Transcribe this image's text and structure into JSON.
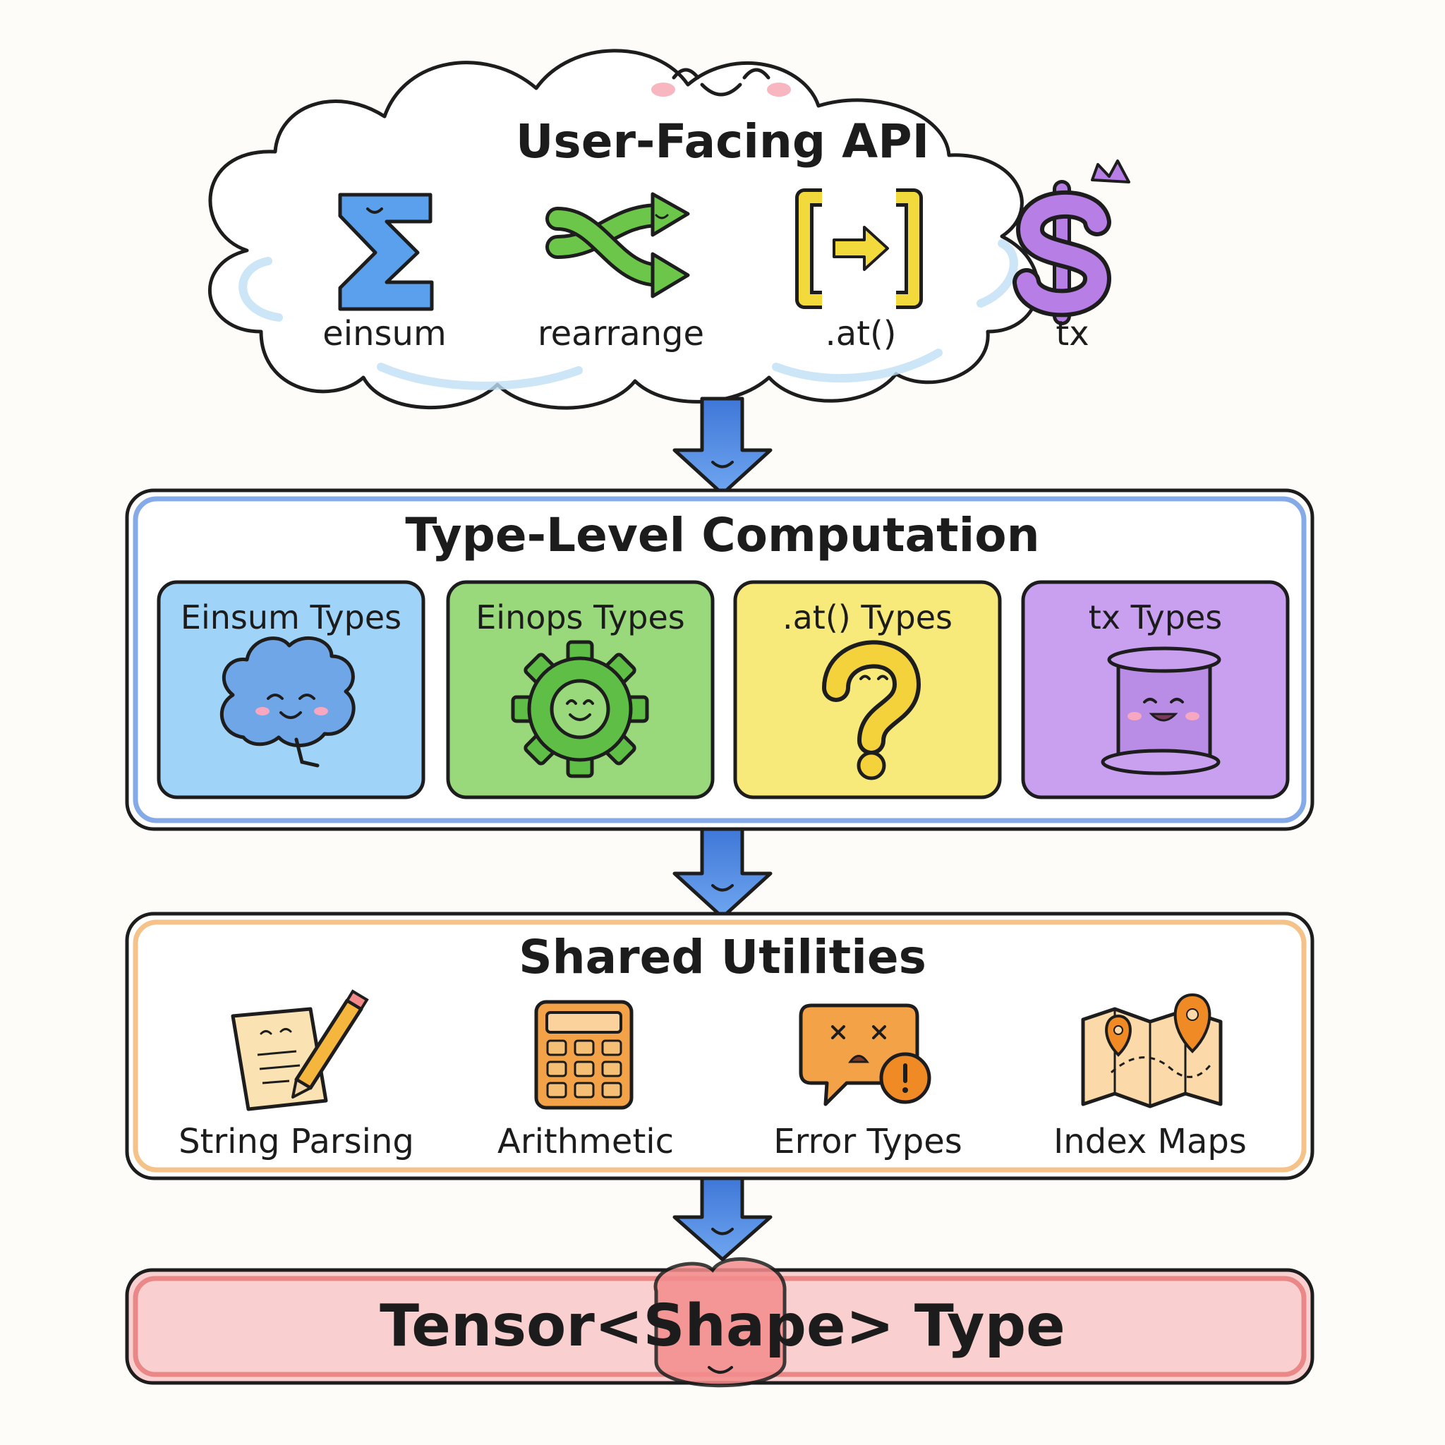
{
  "api": {
    "title": "User-Facing API",
    "items": [
      {
        "label": "einsum",
        "icon": "sigma-icon",
        "color": "#5aa0ec"
      },
      {
        "label": "rearrange",
        "icon": "shuffle-arrows-icon",
        "color": "#6cc64a"
      },
      {
        "label": ".at()",
        "icon": "bracket-arrow-icon",
        "color": "#f3da3c"
      },
      {
        "label": "tx",
        "icon": "dollar-crown-icon",
        "color": "#b77ee6"
      }
    ]
  },
  "type_level": {
    "title": "Type-Level Computation",
    "border_color": "#5b8fe0",
    "cards": [
      {
        "label": "Einsum Types",
        "icon": "brain-icon",
        "color": "#9fd3f7"
      },
      {
        "label": "Einops Types",
        "icon": "gear-icon",
        "color": "#99d97c"
      },
      {
        "label": ".at() Types",
        "icon": "question-mark-icon",
        "color": "#f8ea7a"
      },
      {
        "label": "tx Types",
        "icon": "scroll-icon",
        "color": "#c9a0f0"
      }
    ]
  },
  "shared": {
    "title": "Shared Utilities",
    "border_color": "#f2b46c",
    "items": [
      {
        "label": "String Parsing",
        "icon": "paper-pencil-icon"
      },
      {
        "label": "Arithmetic",
        "icon": "calculator-icon"
      },
      {
        "label": "Error Types",
        "icon": "error-bubble-icon"
      },
      {
        "label": "Index Maps",
        "icon": "map-pin-icon"
      }
    ]
  },
  "base": {
    "title": "Tensor<Shape> Type",
    "fill_color": "#f9cfcf",
    "border_color": "#e46a6a"
  },
  "arrow_color": "#5b8fe0"
}
